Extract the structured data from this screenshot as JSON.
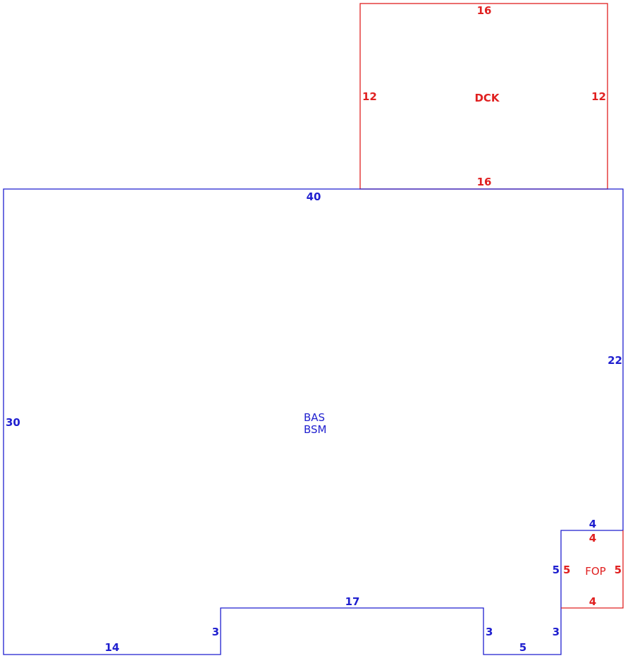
{
  "colors": {
    "main": "#1f1fcf",
    "attached": "#e02020"
  },
  "areas": {
    "deck": {
      "code": "DCK",
      "dims": {
        "top": "16",
        "left": "12",
        "right": "12",
        "bottom": "16"
      }
    },
    "main": {
      "codes": [
        "BAS",
        "BSM"
      ],
      "dims": {
        "top": "40",
        "left": "30",
        "right": "22",
        "fop_top": "4",
        "fop_side": "5",
        "step_right": "3",
        "bottom_right": "5",
        "step_right_inner": "3",
        "middle": "17",
        "step_left": "3",
        "bottom_left": "14"
      }
    },
    "porch": {
      "code": "FOP",
      "dims": {
        "top": "4",
        "left": "5",
        "right": "5",
        "bottom": "4"
      }
    }
  }
}
